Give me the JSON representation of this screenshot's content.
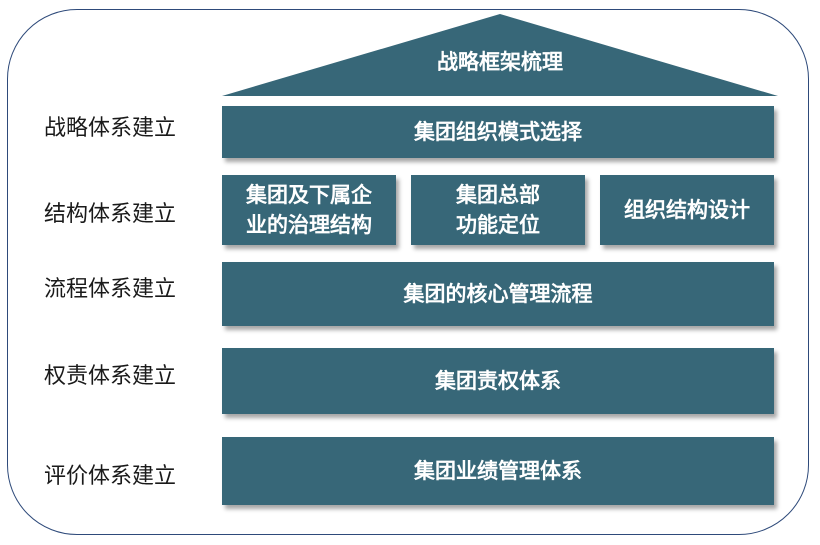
{
  "colors": {
    "box_fill": "#376778",
    "frame_border": "#2e4a7a",
    "text_light": "#ffffff",
    "text_dark": "#1a1a1a"
  },
  "roof": {
    "label": "战略框架梳理"
  },
  "rows": [
    {
      "side_label": "战略体系建立",
      "boxes": [
        {
          "lines": [
            "集团组织模式选择"
          ]
        }
      ]
    },
    {
      "side_label": "结构体系建立",
      "boxes": [
        {
          "lines": [
            "集团及下属企",
            "业的治理结构"
          ]
        },
        {
          "lines": [
            "集团总部",
            "功能定位"
          ]
        },
        {
          "lines": [
            "组织结构设计"
          ]
        }
      ]
    },
    {
      "side_label": "流程体系建立",
      "boxes": [
        {
          "lines": [
            "集团的核心管理流程"
          ]
        }
      ]
    },
    {
      "side_label": "权责体系建立",
      "boxes": [
        {
          "lines": [
            "集团责权体系"
          ]
        }
      ]
    },
    {
      "side_label": "评价体系建立",
      "boxes": [
        {
          "lines": [
            "集团业绩管理体系"
          ]
        }
      ]
    }
  ]
}
